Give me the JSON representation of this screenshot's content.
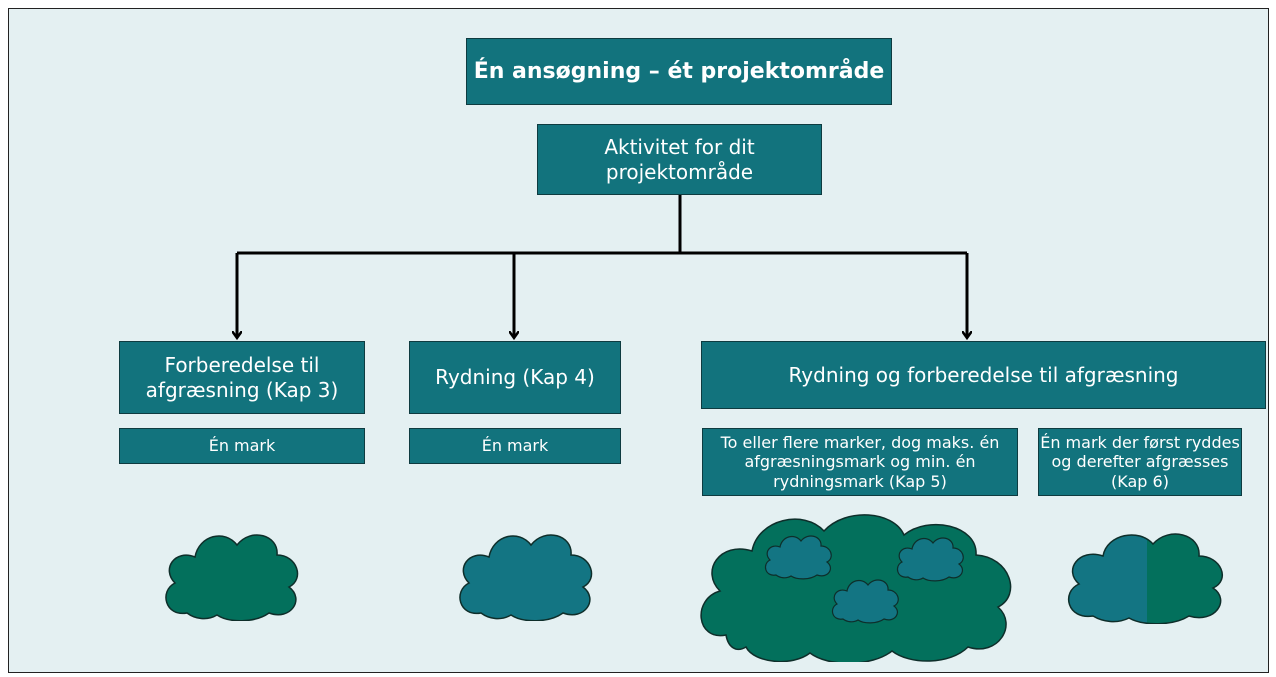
{
  "diagram": {
    "title": "Én ansøgning – ét projektområde",
    "activity": "Aktivitet for dit projektområde",
    "branches": {
      "prep": {
        "label": "Forberedelse til afgræsning (Kap 3)",
        "sub": "Én mark"
      },
      "clear": {
        "label": "Rydning (Kap 4)",
        "sub": "Én mark"
      },
      "combo": {
        "label": "Rydning og forberedelse til afgræsning",
        "sub_kap5": "To eller flere marker, dog maks. én afgræsningsmark og min. én rydningsmark (Kap 5)",
        "sub_kap6": "Én mark der først ryddes og derefter afgræsses (Kap 6)"
      }
    }
  },
  "colors": {
    "background": "#e4f0f2",
    "box_fill": "#12737d",
    "cloud_green": "#03705c",
    "cloud_teal": "#137583",
    "line": "#000000"
  }
}
